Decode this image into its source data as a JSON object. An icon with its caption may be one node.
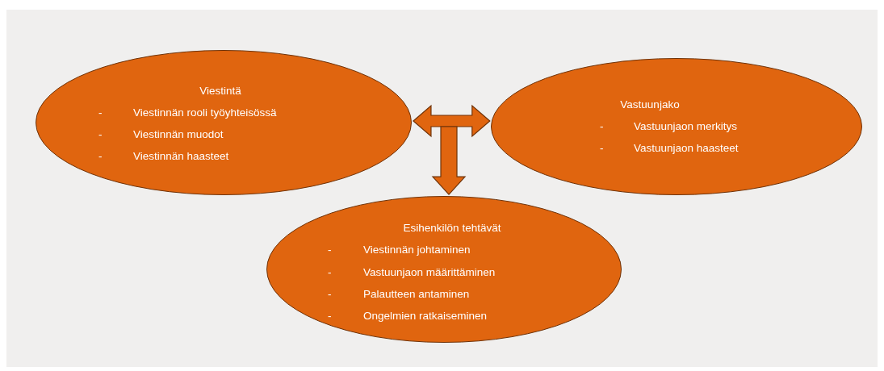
{
  "diagram": {
    "nodes": [
      {
        "text": [
          "Viestintä",
          "-",
          "Viestinnän rooli työyhteisössä",
          "-",
          "Viestinnän muodot",
          "-",
          "Viestinnän haasteet"
        ]
      },
      {
        "text": [
          "Vastuunjako",
          "-",
          "Vastuunjaon merkitys",
          "-",
          "Vastuunjaon haasteet"
        ]
      },
      {
        "text": [
          "Esihenkilön tehtävät",
          "-",
          "Viestinnän johtaminen",
          "-",
          "Vastuunjaon määrittäminen",
          "-",
          "Palautteen antaminen",
          "-",
          "Ongelmien ratkaiseminen"
        ]
      }
    ],
    "edges": [
      {
        "from": 0,
        "to": 1,
        "arrow": "both"
      },
      {
        "from": null,
        "to": 2,
        "arrow": "to"
      }
    ]
  }
}
